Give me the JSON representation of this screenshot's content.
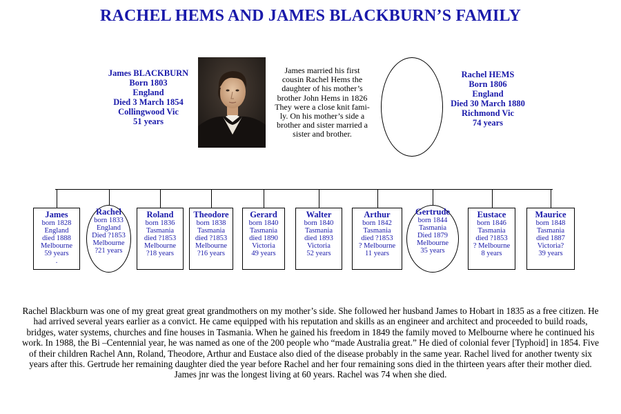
{
  "title": "RACHEL  HEMS AND JAMES BLACKBURN’S  FAMILY",
  "father": {
    "lines": [
      "James BLACKBURN",
      "Born 1803",
      "England",
      "Died 3 March 1854",
      "Collingwood Vic",
      "51 years"
    ]
  },
  "mother": {
    "lines": [
      "Rachel HEMS",
      "Born 1806",
      "England",
      "Died  30 March 1880",
      "Richmond Vic",
      "74 years"
    ]
  },
  "marriage_note": {
    "lines": [
      "James married his first",
      "cousin Rachel Hems the",
      "daughter of his mother’s",
      "brother John Hems in 1826",
      "They were a close knit fami-",
      "ly. On his mother’s side a",
      "brother and sister married a",
      "sister and brother."
    ]
  },
  "children": [
    {
      "name": "James",
      "lines": [
        "born 1828",
        "England",
        "died  1888",
        "Melbourne",
        "59 years",
        "."
      ]
    },
    {
      "name": "Rachel",
      "lines": [
        "born 1833",
        "England",
        "Died ?1853",
        "Melbourne",
        "?21 years"
      ]
    },
    {
      "name": "Roland",
      "lines": [
        "born 1836",
        "Tasmania",
        "died  ?1853",
        "Melbourne",
        "?18 years"
      ]
    },
    {
      "name": "Theodore",
      "lines": [
        "born 1838",
        "Tasmania",
        "died  ?1853",
        "Melbourne",
        "?16 years"
      ]
    },
    {
      "name": "Gerard",
      "lines": [
        "born 1840",
        "Tasmania",
        "died  1890",
        "Victoria",
        "49 years"
      ]
    },
    {
      "name": "Walter",
      "lines": [
        "born 1840",
        "Tasmania",
        "died  1893",
        "Victoria",
        "52 years"
      ]
    },
    {
      "name": "Arthur",
      "lines": [
        "born 1842",
        "Tasmania",
        "died  ?1853",
        "? Melbourne",
        "11 years"
      ]
    },
    {
      "name": "Gertrude",
      "lines": [
        "born 1844",
        "Tasmania",
        "Died  1879",
        "Melbourne",
        "35 years"
      ]
    },
    {
      "name": "Eustace",
      "lines": [
        "born 1846",
        "Tasmania",
        "died  ?1853",
        "? Melbourne",
        "8 years"
      ]
    },
    {
      "name": "Maurice",
      "lines": [
        "born 1848",
        "Tasmania",
        "died  1887",
        "Victoria?",
        "39 years"
      ]
    }
  ],
  "biography": "Rachel Blackburn was one of my great great great grandmothers on my mother’s side. She followed her husband James to Hobart in 1835 as a free citizen. He had arrived several years earlier as a convict. He came equipped with his reputation and skills as an engineer and architect and proceeded to build roads, bridges, water systems, churches and fine houses in Tasmania. When he gained his freedom in 1849 the family moved to Melbourne where he continued his work. In 1988, the Bi –Centennial year,  he was named as one of the 200 people who “made Australia great.” He died of colonial fever [Typhoid] in 1854. Five of their children Rachel Ann, Roland, Theodore, Arthur and Eustace also died of the disease probably in the same year. Rachel  lived for another twenty six years after this. Gertrude her remaining daughter died the year before Rachel and her four remaining sons died in the thirteen years after their mother died. James jnr was the  longest living at 60 years. Rachel was 74 when she died."
}
